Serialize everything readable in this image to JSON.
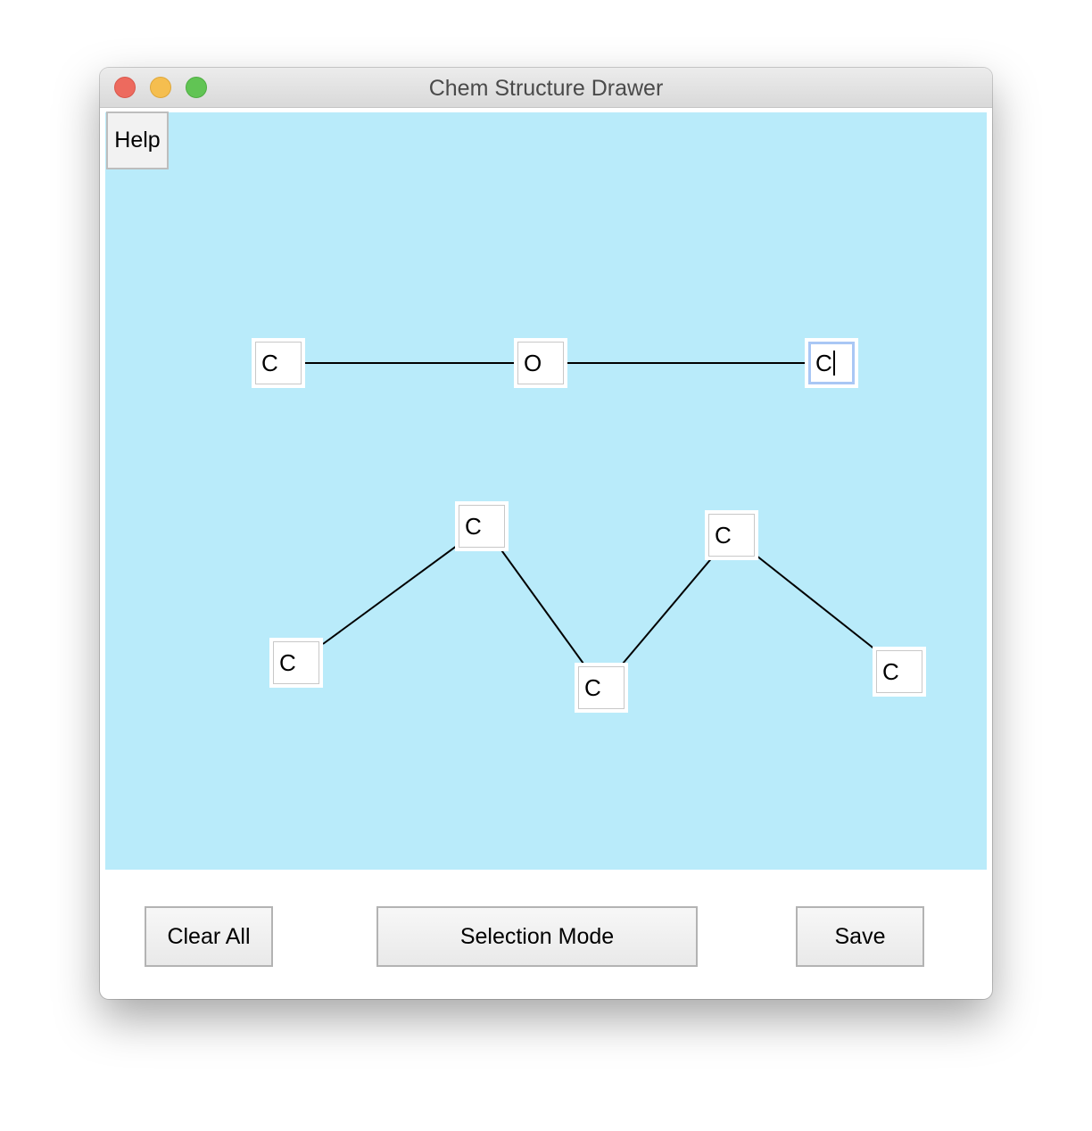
{
  "window": {
    "title": "Chem Structure Drawer"
  },
  "canvas": {
    "background": "#b9ebfa",
    "help_label": "Help",
    "atoms": [
      {
        "id": "a1",
        "label": "C"
      },
      {
        "id": "a2",
        "label": "O"
      },
      {
        "id": "a3",
        "label": "C",
        "editing": true
      },
      {
        "id": "a4",
        "label": "C"
      },
      {
        "id": "a5",
        "label": "C"
      },
      {
        "id": "a6",
        "label": "C"
      },
      {
        "id": "a7",
        "label": "C"
      },
      {
        "id": "a8",
        "label": "C"
      }
    ],
    "bonds": [
      {
        "from": "a1",
        "to": "a2"
      },
      {
        "from": "a2",
        "to": "a3"
      },
      {
        "from": "a4",
        "to": "a5"
      },
      {
        "from": "a5",
        "to": "a6"
      },
      {
        "from": "a6",
        "to": "a7"
      },
      {
        "from": "a7",
        "to": "a8"
      }
    ]
  },
  "toolbar": {
    "clear_label": "Clear All",
    "mode_label": "Selection Mode",
    "save_label": "Save"
  }
}
